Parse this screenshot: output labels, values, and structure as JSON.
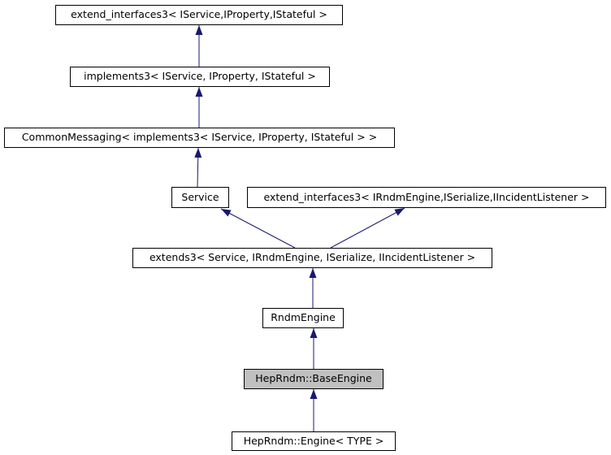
{
  "diagram": {
    "nodes": [
      {
        "label": "extend_interfaces3< IService,IProperty,IStateful >",
        "highlighted": false
      },
      {
        "label": "implements3< IService, IProperty, IStateful >",
        "highlighted": false
      },
      {
        "label": "CommonMessaging< implements3< IService, IProperty, IStateful > >",
        "highlighted": false
      },
      {
        "label": "Service",
        "highlighted": false
      },
      {
        "label": "extend_interfaces3< IRndmEngine,ISerialize,IIncidentListener >",
        "highlighted": false
      },
      {
        "label": "extends3< Service, IRndmEngine, ISerialize, IIncidentListener >",
        "highlighted": false
      },
      {
        "label": "RndmEngine",
        "highlighted": false
      },
      {
        "label": "HepRndm::BaseEngine",
        "highlighted": true
      },
      {
        "label": "HepRndm::Engine< TYPE >",
        "highlighted": false
      }
    ],
    "edges": [
      {
        "child": 1,
        "parent": 0
      },
      {
        "child": 2,
        "parent": 1
      },
      {
        "child": 3,
        "parent": 2
      },
      {
        "child": 5,
        "parent": 3
      },
      {
        "child": 5,
        "parent": 4
      },
      {
        "child": 6,
        "parent": 5
      },
      {
        "child": 7,
        "parent": 6
      },
      {
        "child": 8,
        "parent": 7
      }
    ],
    "colors": {
      "edge": "#191970",
      "node_border": "#000000",
      "node_fill": "#ffffff",
      "highlighted_node_fill": "#c0c0c0",
      "text": "#000000",
      "background": "#ffffff"
    }
  }
}
